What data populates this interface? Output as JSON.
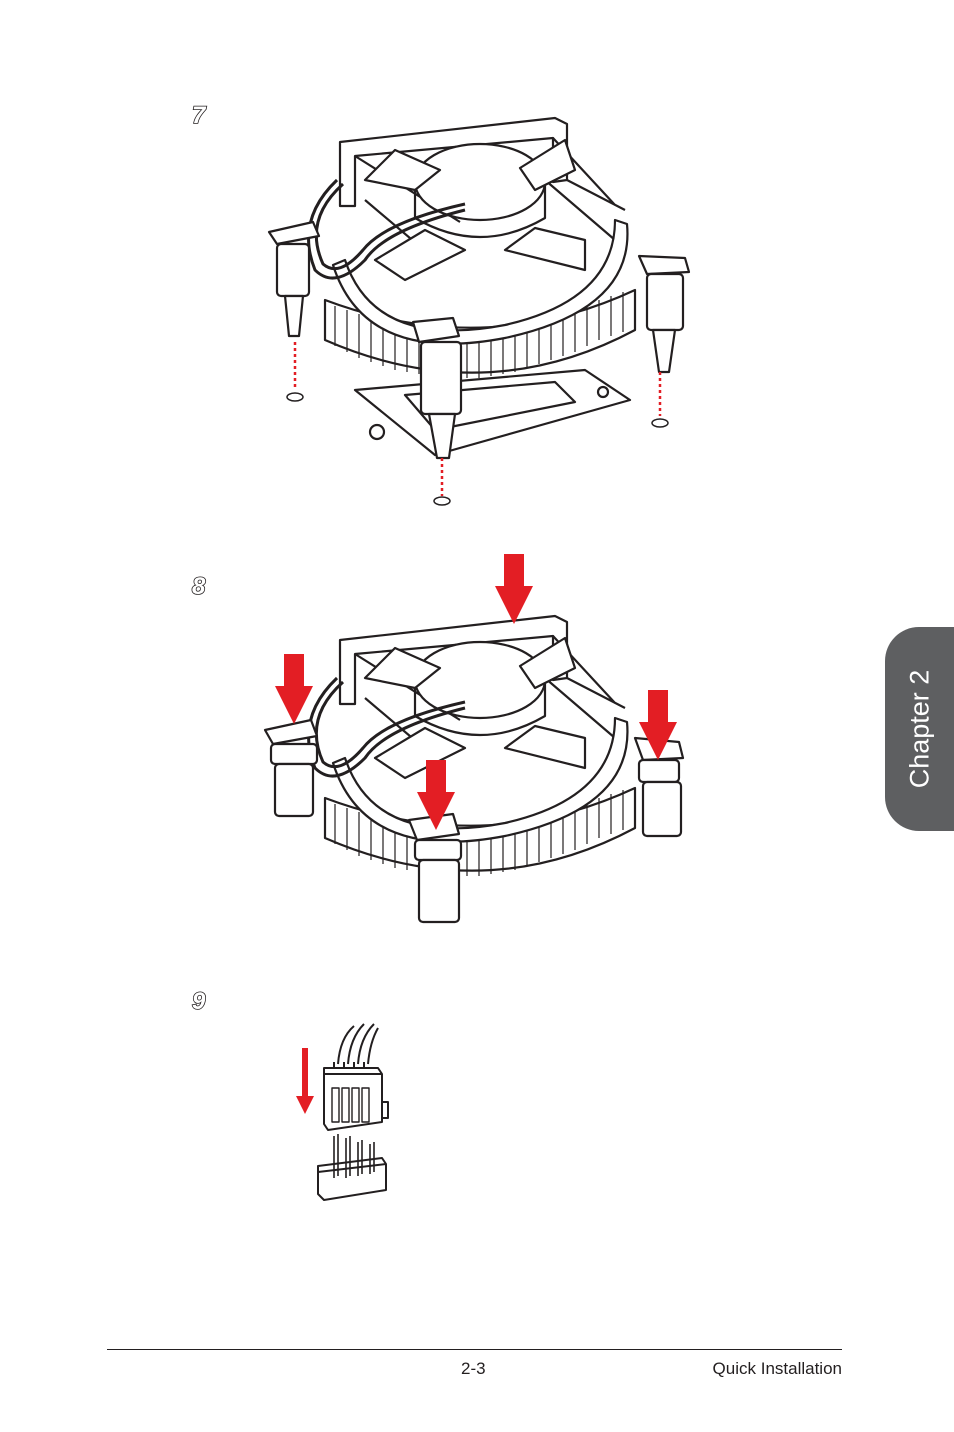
{
  "steps": [
    {
      "number": "7"
    },
    {
      "number": "8"
    },
    {
      "number": "9"
    }
  ],
  "chapter_tab": {
    "label": "Chapter 2"
  },
  "footer": {
    "page_number": "2-3",
    "section": "Quick Installation"
  },
  "colors": {
    "arrow": "#e31e24",
    "tab": "#5e5f61",
    "line": "#231f20"
  }
}
